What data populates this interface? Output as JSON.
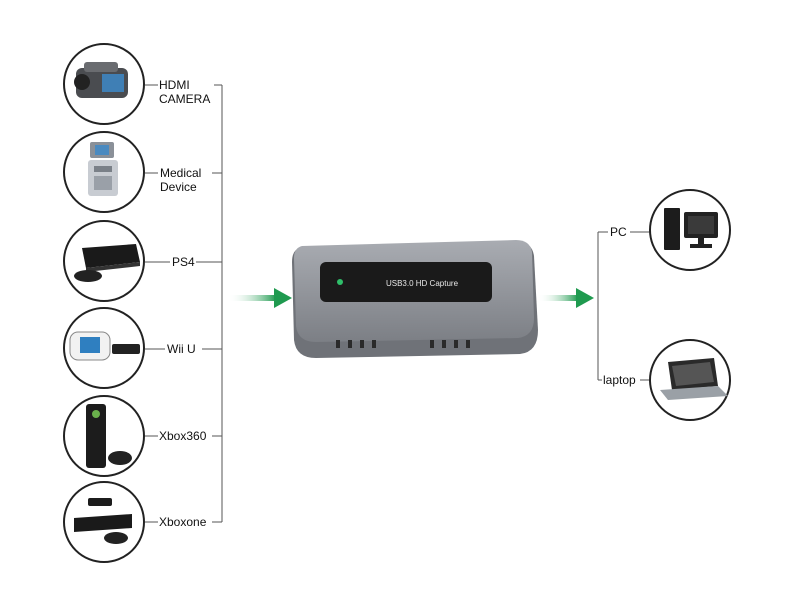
{
  "inputs": [
    {
      "label": "HDMI\nCAMERA",
      "icon": "camcorder-icon"
    },
    {
      "label": "Medical\nDevice",
      "icon": "medical-device-icon"
    },
    {
      "label": "PS4",
      "icon": "ps4-console-icon"
    },
    {
      "label": "Wii U",
      "icon": "wii-u-console-icon"
    },
    {
      "label": "Xbox360",
      "icon": "xbox360-console-icon"
    },
    {
      "label": "Xboxone",
      "icon": "xbox-one-console-icon"
    }
  ],
  "outputs": [
    {
      "label": "PC",
      "icon": "desktop-pc-icon"
    },
    {
      "label": "laptop",
      "icon": "laptop-icon"
    }
  ],
  "device": {
    "label": "USB3.0 HD Capture",
    "icon": "capture-device-icon"
  },
  "colors": {
    "arrow": "#1f9a4f",
    "line": "#555555",
    "device_body": "#8a8d93",
    "device_panel": "#1a1a1a"
  }
}
